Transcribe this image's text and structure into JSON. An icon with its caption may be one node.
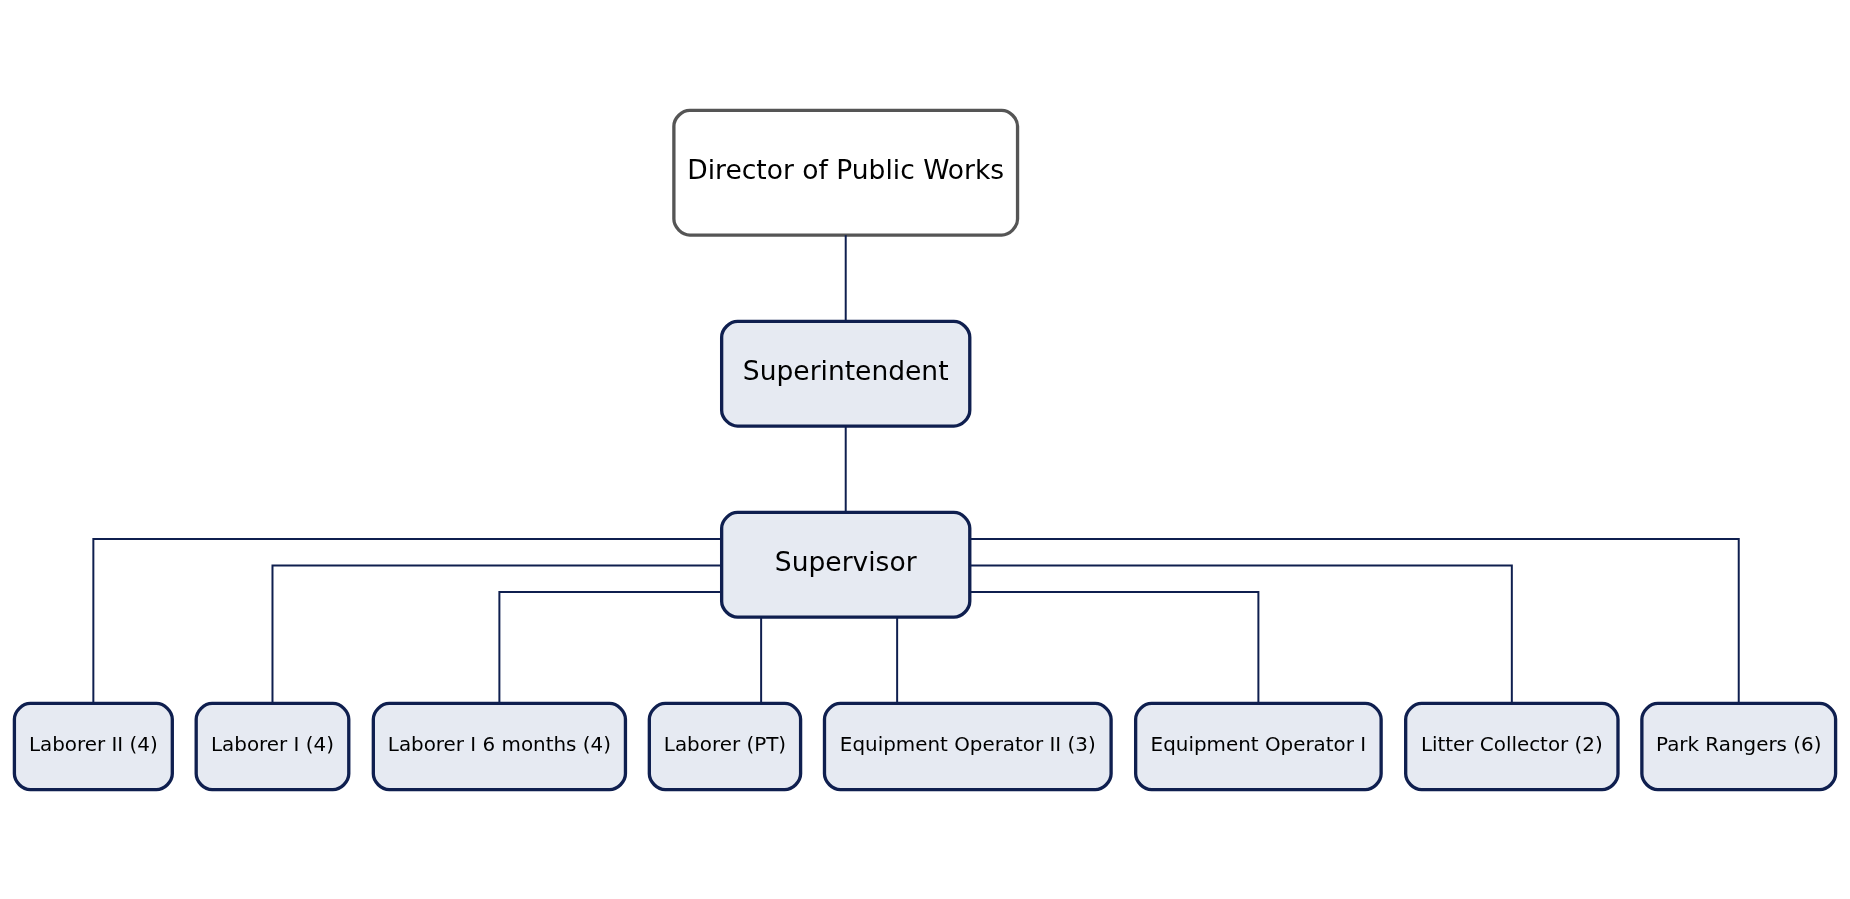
{
  "diagram": {
    "nodes": [
      {
        "text": [
          "Director of Public Works"
        ]
      },
      {
        "text": [
          "Superintendent"
        ]
      },
      {
        "text": [
          "Supervisor"
        ]
      },
      {
        "text": [
          "Laborer II (4)"
        ]
      },
      {
        "text": [
          "Laborer I (4)"
        ]
      },
      {
        "text": [
          "Laborer I 6 months (4)"
        ]
      },
      {
        "text": [
          "Laborer (PT)"
        ]
      },
      {
        "text": [
          "Equipment Operator II (3)"
        ]
      },
      {
        "text": [
          "Equipment Operator I"
        ]
      },
      {
        "text": [
          "Litter Collector (2)"
        ]
      },
      {
        "text": [
          "Park Rangers (6)"
        ]
      }
    ],
    "edges": [
      {
        "from": 0,
        "to": 1,
        "arrow": "none"
      },
      {
        "from": 1,
        "to": 2,
        "arrow": "none"
      },
      {
        "from": 2,
        "to": 3,
        "arrow": "none"
      },
      {
        "from": 2,
        "to": 4,
        "arrow": "none"
      },
      {
        "from": 2,
        "to": 5,
        "arrow": "none"
      },
      {
        "from": 2,
        "to": 6,
        "arrow": "none"
      },
      {
        "from": 2,
        "to": 7,
        "arrow": "none"
      },
      {
        "from": 2,
        "to": 8,
        "arrow": "none"
      },
      {
        "from": 2,
        "to": 9,
        "arrow": "none"
      },
      {
        "from": 2,
        "to": 10,
        "arrow": "none"
      }
    ]
  }
}
